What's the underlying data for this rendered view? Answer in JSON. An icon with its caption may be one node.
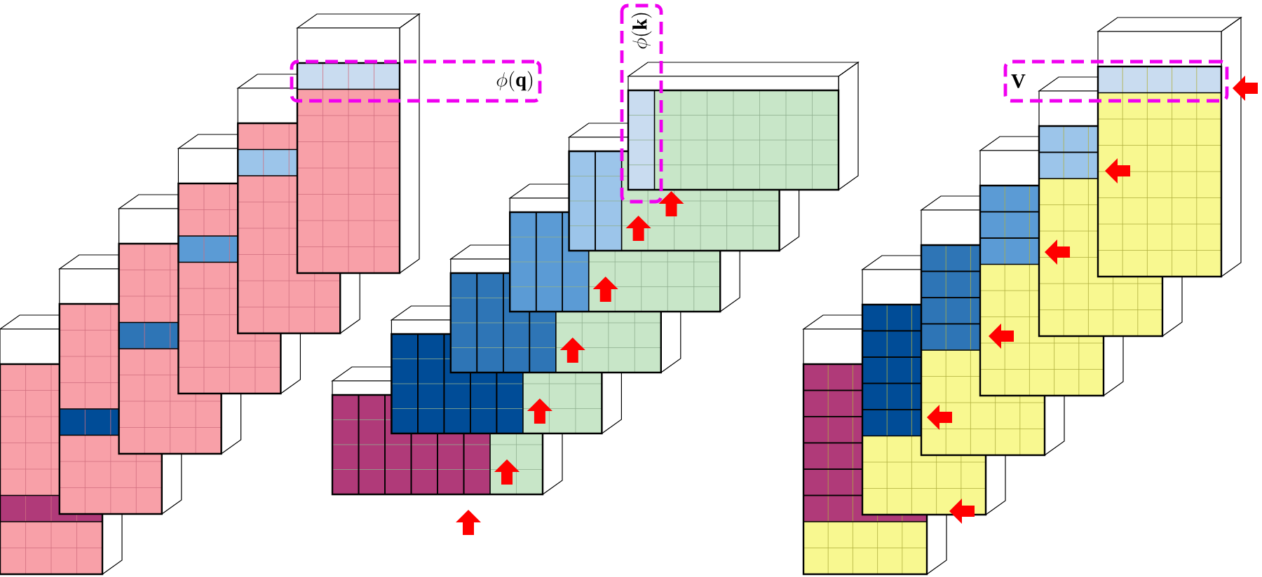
{
  "diagram": {
    "nodes": [
      {
        "text": [
          "\\phi(\\mathbf{q})"
        ]
      },
      {
        "text": [
          "\\phi(\\mathbf{k})"
        ]
      },
      {
        "text": [
          "\\mathbf{V}"
        ]
      }
    ]
  }
}
